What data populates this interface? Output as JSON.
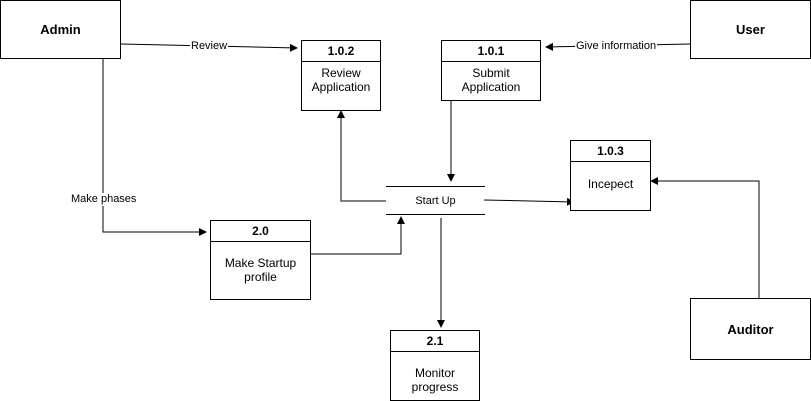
{
  "entities": {
    "admin": "Admin",
    "user": "User",
    "auditor": "Auditor"
  },
  "processes": {
    "review": {
      "id": "1.0.2",
      "line1": "Review",
      "line2": "Application"
    },
    "submit": {
      "id": "1.0.1",
      "line1": "Submit",
      "line2": "Application"
    },
    "inspect": {
      "id": "1.0.3",
      "line1": "Incepect",
      "line2": ""
    },
    "make_profile": {
      "id": "2.0",
      "line1": "Make Startup",
      "line2": "profile"
    },
    "monitor": {
      "id": "2.1",
      "line1": "Monitor",
      "line2": "progress"
    }
  },
  "store": {
    "label": "Start Up"
  },
  "flows": {
    "review": "Review",
    "give_information": "Give information",
    "make_phases": "Make phases"
  },
  "colors": {
    "stroke": "#000000",
    "background": "#ffffff"
  }
}
